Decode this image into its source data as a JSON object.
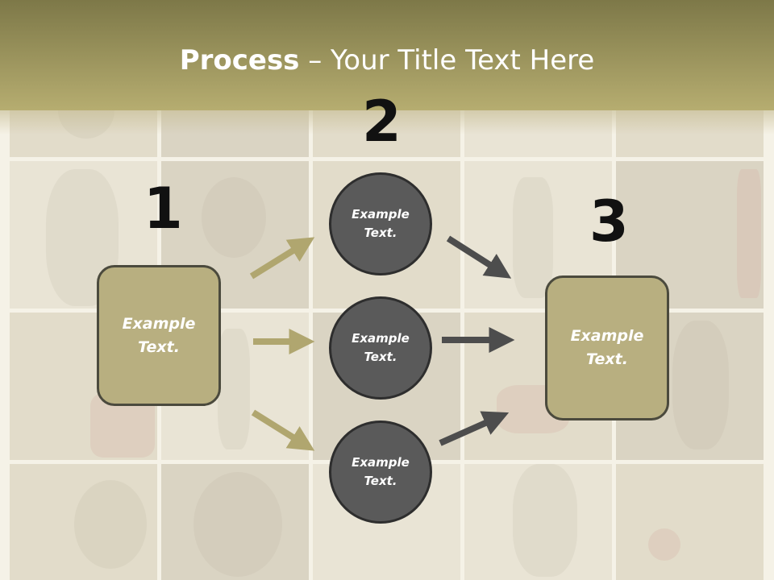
{
  "slide": {
    "title_bold": "Process",
    "title_rest": " – Your Title Text Here"
  },
  "steps": {
    "step1_number": "1",
    "step2_number": "2",
    "step3_number": "3"
  },
  "nodes": {
    "left_box": "Example\nText.",
    "circle_top": "Example\nText.",
    "circle_middle": "Example\nText.",
    "circle_bottom": "Example\nText.",
    "right_box": "Example\nText."
  },
  "colors": {
    "title_band": "#b6ad70",
    "box_fill": "#b8af80",
    "circle_fill": "#5a5a5a",
    "left_arrows": "#b0a66f",
    "right_arrows": "#4d4d4d"
  }
}
